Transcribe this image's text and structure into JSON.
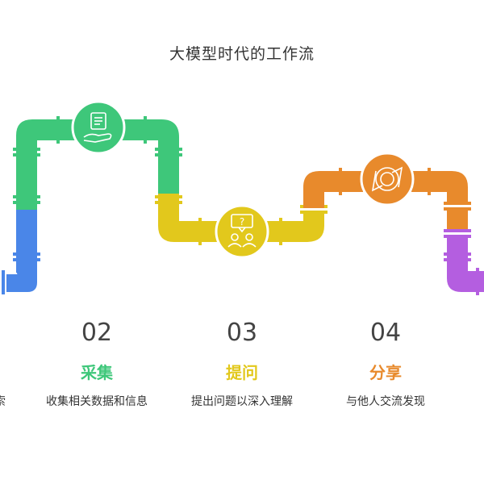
{
  "title": "大模型时代的工作流",
  "colors": {
    "blue": "#4a86e8",
    "green": "#3ec77a",
    "yellow": "#e2c81c",
    "orange": "#e88a2c",
    "purple": "#b45ee0"
  },
  "partial_prev_desc": "索",
  "steps": [
    {
      "number": "02",
      "title": "采集",
      "description": "收集相关数据和信息",
      "color": "#3ec77a",
      "icon": "document-hand-icon"
    },
    {
      "number": "03",
      "title": "提问",
      "description": "提出问题以深入理解",
      "color": "#e2c81c",
      "icon": "question-people-icon"
    },
    {
      "number": "04",
      "title": "分享",
      "description": "与他人交流发现",
      "color": "#e88a2c",
      "icon": "share-circle-icon"
    }
  ]
}
